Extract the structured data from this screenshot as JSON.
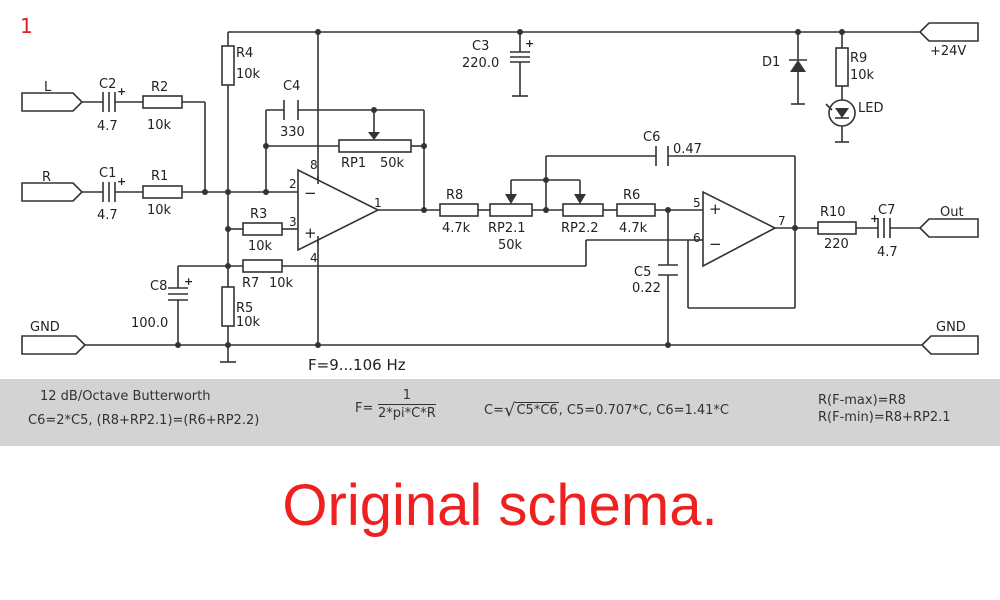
{
  "figure_number": "1",
  "labels": {
    "in_l": "L",
    "in_r": "R",
    "out": "Out",
    "gnd_left": "GND",
    "gnd_right": "GND",
    "supply": "+24V",
    "led": "LED",
    "freq_range": "F=9...106 Hz"
  },
  "components": {
    "c2": {
      "name": "C2",
      "value": "4.7"
    },
    "c1": {
      "name": "C1",
      "value": "4.7"
    },
    "r2": {
      "name": "R2",
      "value": "10k"
    },
    "r1": {
      "name": "R1",
      "value": "10k"
    },
    "r4": {
      "name": "R4",
      "value": "10k"
    },
    "c4": {
      "name": "C4",
      "value": "330"
    },
    "rp1": {
      "name": "RP1",
      "value": "50k"
    },
    "r3": {
      "name": "R3",
      "value": "10k"
    },
    "r7": {
      "name": "R7",
      "value": "10k"
    },
    "r5": {
      "name": "R5",
      "value": "10k"
    },
    "c8": {
      "name": "C8",
      "value": "100.0"
    },
    "c3": {
      "name": "C3",
      "value": "220.0"
    },
    "d1": {
      "name": "D1"
    },
    "r9": {
      "name": "R9",
      "value": "10k"
    },
    "r8": {
      "name": "R8",
      "value": "4.7k"
    },
    "rp21": {
      "name": "RP2.1",
      "value": "50k"
    },
    "rp22": {
      "name": "RP2.2"
    },
    "r6": {
      "name": "R6",
      "value": "4.7k"
    },
    "c6": {
      "name": "C6",
      "value": "0.47"
    },
    "c5": {
      "name": "C5",
      "value": "0.22"
    },
    "r10": {
      "name": "R10",
      "value": "220"
    },
    "c7": {
      "name": "C7",
      "value": "4.7"
    }
  },
  "pins": {
    "u1_inv": "2",
    "u1_noninv": "3",
    "u1_out": "1",
    "u1_vcc": "8",
    "u1_gnd": "4",
    "u2_noninv": "5",
    "u2_inv": "6",
    "u2_out": "7"
  },
  "symbols": {
    "plus": "+",
    "minus": "−"
  },
  "formulas": {
    "title": "12 dB/Octave Butterworth",
    "relation": "C6=2*C5, (R8+RP2.1)=(R6+RP2.2)",
    "f_lhs": "F=",
    "f_num": "1",
    "f_den": "2*pi*C*R",
    "c_lhs": "C=",
    "c_rad": "C5*C6",
    "c_rest": ", C5=0.707*C, C6=1.41*C",
    "rmax": "R(F-max)=R8",
    "rmin": "R(F-min)=R8+RP2.1"
  },
  "caption": "Original schema."
}
